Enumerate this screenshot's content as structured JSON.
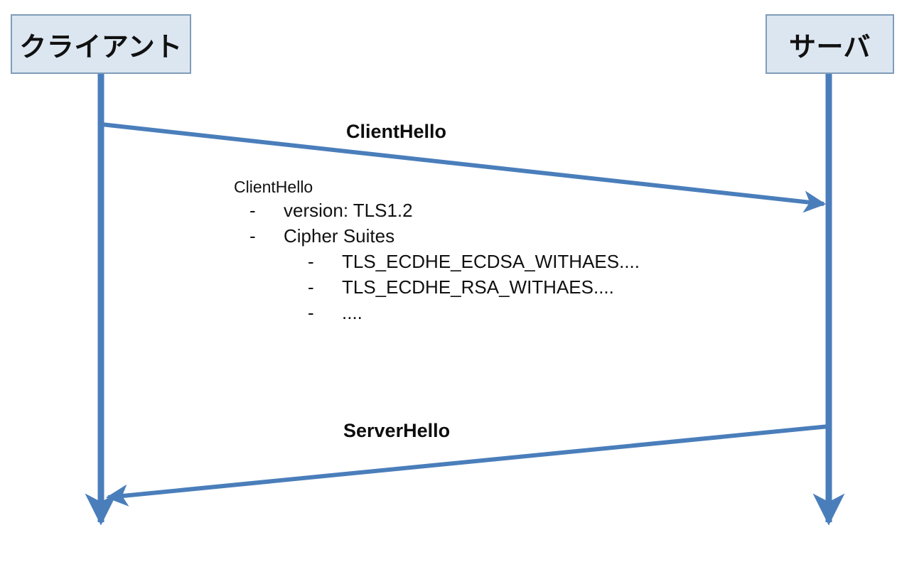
{
  "diagram": {
    "type": "sequence-diagram",
    "title": "TLS handshake ClientHello / ServerHello",
    "background_color": "#ffffff",
    "line_color": "#4a7ebb",
    "box_fill_color": "#dce6f1",
    "box_border_color": "#7f9db9",
    "text_color": "#111111"
  },
  "participants": [
    {
      "id": "client",
      "label": "クライアント"
    },
    {
      "id": "server",
      "label": "サーバ"
    }
  ],
  "messages": [
    {
      "id": "clienthello",
      "label": "ClientHello",
      "from": "client",
      "to": "server",
      "direction": "right"
    },
    {
      "id": "serverhello",
      "label": "ServerHello",
      "from": "server",
      "to": "client",
      "direction": "left"
    }
  ],
  "note": {
    "title": "ClientHello",
    "bullet": "-",
    "items": [
      {
        "text": "version: TLS1.2",
        "level": 1
      },
      {
        "text": "Cipher Suites",
        "level": 1
      },
      {
        "text": "TLS_ECDHE_ECDSA_WITHAES....",
        "level": 2
      },
      {
        "text": "TLS_ECDHE_RSA_WITHAES....",
        "level": 2
      },
      {
        "text": "....",
        "level": 2
      }
    ]
  }
}
